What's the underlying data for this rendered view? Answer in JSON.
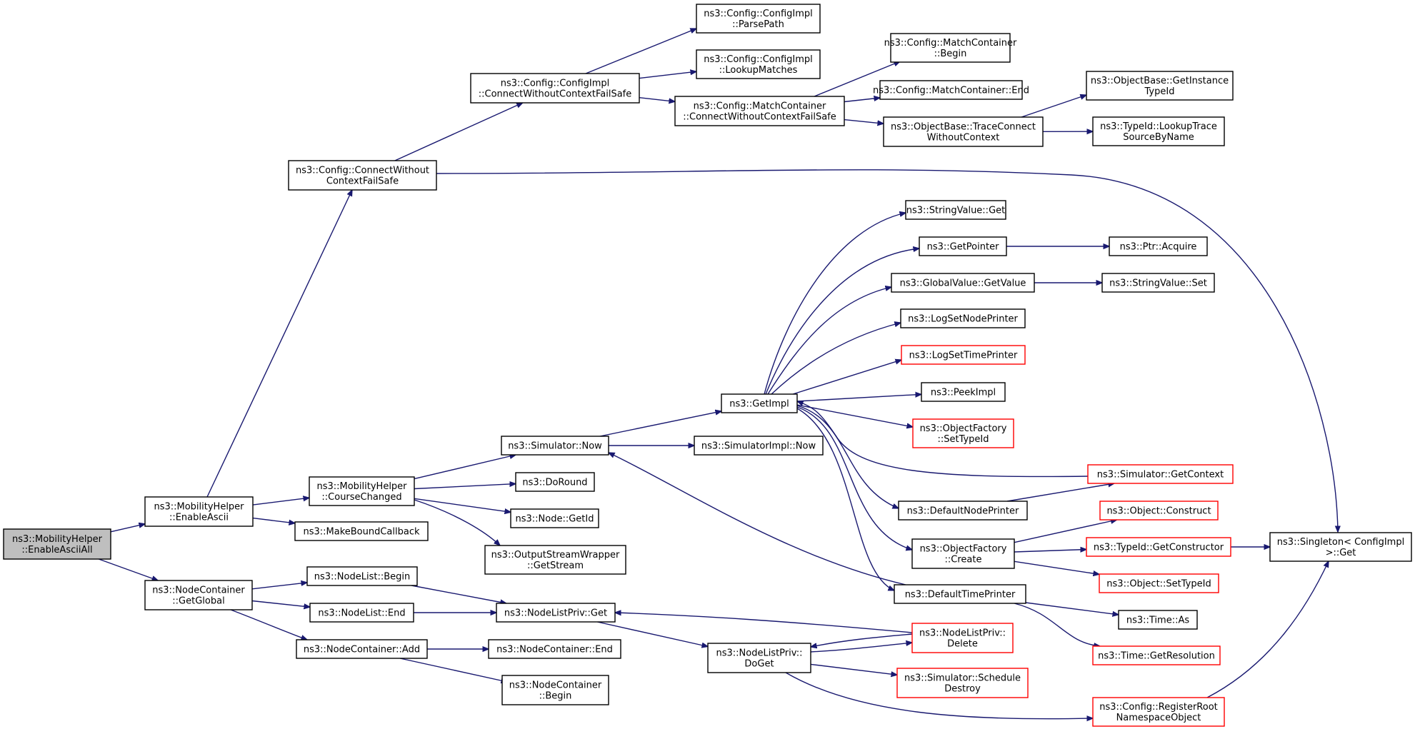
{
  "diagram": {
    "type": "call-graph",
    "edge_color": "#191970",
    "colors": {
      "node_border": "#000000",
      "truncated_border": "#ff0000",
      "root_fill": "#bfbfbf"
    },
    "nodes": [
      {
        "id": "root",
        "lines": [
          "ns3::MobilityHelper",
          "::EnableAsciiAll"
        ],
        "style": "root"
      },
      {
        "id": "enableAscii",
        "lines": [
          "ns3::MobilityHelper",
          "::EnableAscii"
        ],
        "style": "normal"
      },
      {
        "id": "ncGetGlobal",
        "lines": [
          "ns3::NodeContainer",
          "::GetGlobal"
        ],
        "style": "normal"
      },
      {
        "id": "connectWithout",
        "lines": [
          "ns3::Config::ConnectWithout",
          "ContextFailSafe"
        ],
        "style": "normal"
      },
      {
        "id": "courseChanged",
        "lines": [
          "ns3::MobilityHelper",
          "::CourseChanged"
        ],
        "style": "normal"
      },
      {
        "id": "makeBound",
        "lines": [
          "ns3::MakeBoundCallback"
        ],
        "style": "normal"
      },
      {
        "id": "cfgImplConnect",
        "lines": [
          "ns3::Config::ConfigImpl",
          "::ConnectWithoutContextFailSafe"
        ],
        "style": "normal"
      },
      {
        "id": "parsePath",
        "lines": [
          "ns3::Config::ConfigImpl",
          "::ParsePath"
        ],
        "style": "normal"
      },
      {
        "id": "lookupMatches",
        "lines": [
          "ns3::Config::ConfigImpl",
          "::LookupMatches"
        ],
        "style": "normal"
      },
      {
        "id": "mcConnect",
        "lines": [
          "ns3::Config::MatchContainer",
          "::ConnectWithoutContextFailSafe"
        ],
        "style": "normal"
      },
      {
        "id": "mcBegin",
        "lines": [
          "ns3::Config::MatchContainer",
          "::Begin"
        ],
        "style": "normal"
      },
      {
        "id": "mcEnd",
        "lines": [
          "ns3::Config::MatchContainer::End"
        ],
        "style": "normal"
      },
      {
        "id": "traceConnect",
        "lines": [
          "ns3::ObjectBase::TraceConnect",
          "WithoutContext"
        ],
        "style": "normal"
      },
      {
        "id": "getInstanceTypeId",
        "lines": [
          "ns3::ObjectBase::GetInstance",
          "TypeId"
        ],
        "style": "normal"
      },
      {
        "id": "lookupTrace",
        "lines": [
          "ns3::TypeId::LookupTrace",
          "SourceByName"
        ],
        "style": "normal"
      },
      {
        "id": "singletonGet",
        "lines": [
          "ns3::Singleton< ConfigImpl",
          " >::Get"
        ],
        "style": "normal"
      },
      {
        "id": "simNow",
        "lines": [
          "ns3::Simulator::Now"
        ],
        "style": "normal"
      },
      {
        "id": "doRound",
        "lines": [
          "ns3::DoRound"
        ],
        "style": "normal"
      },
      {
        "id": "nodeGetId",
        "lines": [
          "ns3::Node::GetId"
        ],
        "style": "normal"
      },
      {
        "id": "oswGetStream",
        "lines": [
          "ns3::OutputStreamWrapper",
          "::GetStream"
        ],
        "style": "normal"
      },
      {
        "id": "getImpl",
        "lines": [
          "ns3::GetImpl"
        ],
        "style": "normal"
      },
      {
        "id": "simImplNow",
        "lines": [
          "ns3::SimulatorImpl::Now"
        ],
        "style": "normal"
      },
      {
        "id": "stringValueGet",
        "lines": [
          "ns3::StringValue::Get"
        ],
        "style": "normal"
      },
      {
        "id": "getPointer",
        "lines": [
          "ns3::GetPointer"
        ],
        "style": "normal"
      },
      {
        "id": "ptrAcquire",
        "lines": [
          "ns3::Ptr::Acquire"
        ],
        "style": "normal"
      },
      {
        "id": "gvGetValue",
        "lines": [
          "ns3::GlobalValue::GetValue"
        ],
        "style": "normal"
      },
      {
        "id": "stringValueSet",
        "lines": [
          "ns3::StringValue::Set"
        ],
        "style": "normal"
      },
      {
        "id": "logSetNodePrinter",
        "lines": [
          "ns3::LogSetNodePrinter"
        ],
        "style": "normal"
      },
      {
        "id": "logSetTimePrinter",
        "lines": [
          "ns3::LogSetTimePrinter"
        ],
        "style": "truncated"
      },
      {
        "id": "peekImpl",
        "lines": [
          "ns3::PeekImpl"
        ],
        "style": "normal"
      },
      {
        "id": "ofSetTypeId",
        "lines": [
          "ns3::ObjectFactory",
          "::SetTypeId"
        ],
        "style": "truncated"
      },
      {
        "id": "simGetContext",
        "lines": [
          "ns3::Simulator::GetContext"
        ],
        "style": "truncated"
      },
      {
        "id": "defaultNodePrinter",
        "lines": [
          "ns3::DefaultNodePrinter"
        ],
        "style": "normal"
      },
      {
        "id": "ofCreate",
        "lines": [
          "ns3::ObjectFactory",
          "::Create"
        ],
        "style": "normal"
      },
      {
        "id": "objConstruct",
        "lines": [
          "ns3::Object::Construct"
        ],
        "style": "truncated"
      },
      {
        "id": "typeIdGetConstructor",
        "lines": [
          "ns3::TypeId::GetConstructor"
        ],
        "style": "truncated"
      },
      {
        "id": "objSetTypeId",
        "lines": [
          "ns3::Object::SetTypeId"
        ],
        "style": "truncated"
      },
      {
        "id": "defaultTimePrinter",
        "lines": [
          "ns3::DefaultTimePrinter"
        ],
        "style": "normal"
      },
      {
        "id": "timeAs",
        "lines": [
          "ns3::Time::As"
        ],
        "style": "normal"
      },
      {
        "id": "timeGetResolution",
        "lines": [
          "ns3::Time::GetResolution"
        ],
        "style": "truncated"
      },
      {
        "id": "nodeListBegin",
        "lines": [
          "ns3::NodeList::Begin"
        ],
        "style": "normal"
      },
      {
        "id": "nodeListEnd",
        "lines": [
          "ns3::NodeList::End"
        ],
        "style": "normal"
      },
      {
        "id": "nodeListPrivGet",
        "lines": [
          "ns3::NodeListPriv::Get"
        ],
        "style": "normal"
      },
      {
        "id": "ncAdd",
        "lines": [
          "ns3::NodeContainer::Add"
        ],
        "style": "normal"
      },
      {
        "id": "ncEnd",
        "lines": [
          "ns3::NodeContainer::End"
        ],
        "style": "normal"
      },
      {
        "id": "ncBegin",
        "lines": [
          "ns3::NodeContainer",
          "::Begin"
        ],
        "style": "normal"
      },
      {
        "id": "nlpDoGet",
        "lines": [
          "ns3::NodeListPriv::",
          "DoGet"
        ],
        "style": "normal"
      },
      {
        "id": "nlpDelete",
        "lines": [
          "ns3::NodeListPriv::",
          "Delete"
        ],
        "style": "truncated"
      },
      {
        "id": "simScheduleDestroy",
        "lines": [
          "ns3::Simulator::Schedule",
          "Destroy"
        ],
        "style": "truncated"
      },
      {
        "id": "registerRoot",
        "lines": [
          "ns3::Config::RegisterRoot",
          "NamespaceObject"
        ],
        "style": "truncated"
      }
    ],
    "edges": [
      [
        "root",
        "enableAscii"
      ],
      [
        "root",
        "ncGetGlobal"
      ],
      [
        "enableAscii",
        "connectWithout"
      ],
      [
        "enableAscii",
        "courseChanged"
      ],
      [
        "enableAscii",
        "makeBound"
      ],
      [
        "connectWithout",
        "cfgImplConnect"
      ],
      [
        "connectWithout",
        "singletonGet"
      ],
      [
        "cfgImplConnect",
        "parsePath"
      ],
      [
        "cfgImplConnect",
        "lookupMatches"
      ],
      [
        "cfgImplConnect",
        "mcConnect"
      ],
      [
        "mcConnect",
        "mcBegin"
      ],
      [
        "mcConnect",
        "mcEnd"
      ],
      [
        "mcConnect",
        "traceConnect"
      ],
      [
        "traceConnect",
        "getInstanceTypeId"
      ],
      [
        "traceConnect",
        "lookupTrace"
      ],
      [
        "courseChanged",
        "simNow"
      ],
      [
        "courseChanged",
        "doRound"
      ],
      [
        "courseChanged",
        "nodeGetId"
      ],
      [
        "courseChanged",
        "oswGetStream"
      ],
      [
        "simNow",
        "getImpl"
      ],
      [
        "simNow",
        "simImplNow"
      ],
      [
        "getImpl",
        "stringValueGet"
      ],
      [
        "getImpl",
        "getPointer"
      ],
      [
        "getImpl",
        "gvGetValue"
      ],
      [
        "getImpl",
        "logSetNodePrinter"
      ],
      [
        "getImpl",
        "logSetTimePrinter"
      ],
      [
        "getImpl",
        "peekImpl"
      ],
      [
        "getImpl",
        "ofSetTypeId"
      ],
      [
        "getImpl",
        "defaultNodePrinter"
      ],
      [
        "getImpl",
        "ofCreate"
      ],
      [
        "getImpl",
        "defaultTimePrinter"
      ],
      [
        "getPointer",
        "ptrAcquire"
      ],
      [
        "gvGetValue",
        "stringValueSet"
      ],
      [
        "simGetContext",
        "getImpl"
      ],
      [
        "defaultNodePrinter",
        "simGetContext"
      ],
      [
        "ofCreate",
        "objConstruct"
      ],
      [
        "ofCreate",
        "typeIdGetConstructor"
      ],
      [
        "ofCreate",
        "objSetTypeId"
      ],
      [
        "typeIdGetConstructor",
        "singletonGet"
      ],
      [
        "defaultTimePrinter",
        "simNow"
      ],
      [
        "defaultTimePrinter",
        "timeAs"
      ],
      [
        "defaultTimePrinter",
        "timeGetResolution"
      ],
      [
        "ncGetGlobal",
        "nodeListBegin"
      ],
      [
        "ncGetGlobal",
        "nodeListEnd"
      ],
      [
        "ncGetGlobal",
        "ncAdd"
      ],
      [
        "nodeListBegin",
        "nodeListPrivGet"
      ],
      [
        "nodeListEnd",
        "nodeListPrivGet"
      ],
      [
        "ncAdd",
        "ncEnd"
      ],
      [
        "ncAdd",
        "ncBegin"
      ],
      [
        "nodeListPrivGet",
        "nlpDoGet"
      ],
      [
        "nlpDelete",
        "nodeListPrivGet"
      ],
      [
        "nlpDelete",
        "nlpDoGet"
      ],
      [
        "nlpDoGet",
        "nlpDelete"
      ],
      [
        "nlpDoGet",
        "simScheduleDestroy"
      ],
      [
        "nlpDoGet",
        "registerRoot"
      ],
      [
        "registerRoot",
        "singletonGet"
      ]
    ]
  }
}
